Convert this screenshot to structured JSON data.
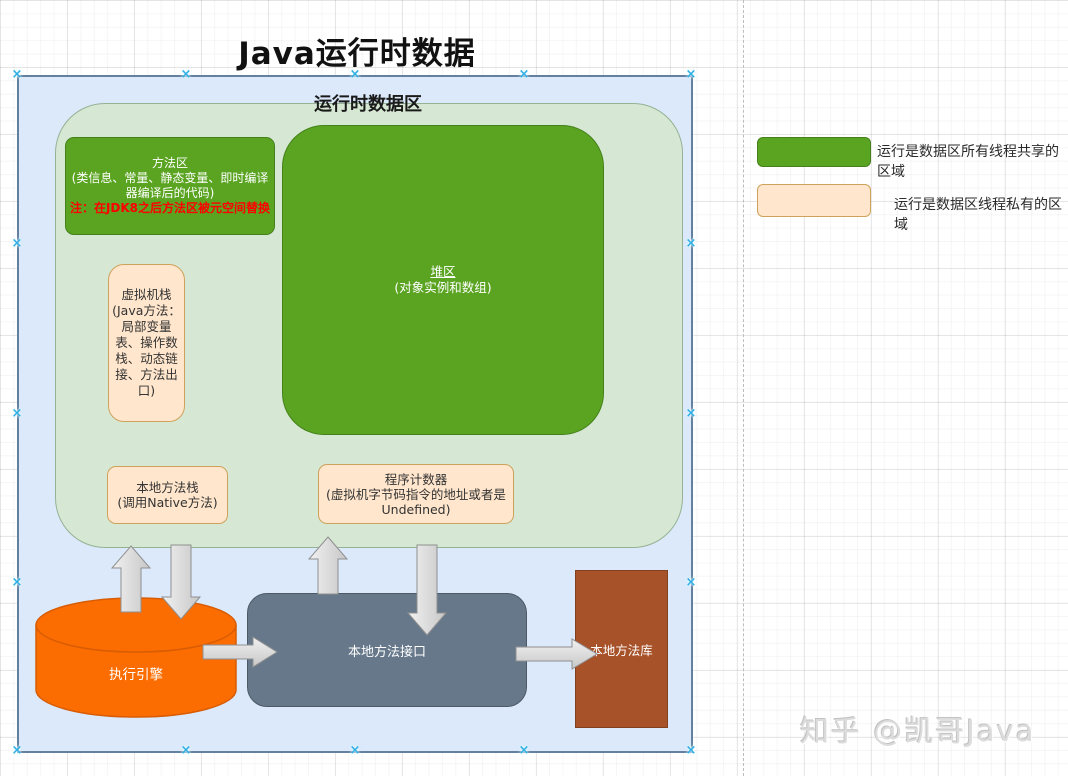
{
  "page": {
    "title": "Java运行时数据",
    "watermark": "知乎 @凯哥Java"
  },
  "container": {
    "label": "运行时数据区"
  },
  "nodes": {
    "method_area": {
      "label": "方法区",
      "detail": "(类信息、常量、静态变量、即时编译器编译后的代码)",
      "note": "注：在JDK8之后方法区被元空间替换"
    },
    "heap": {
      "label": "堆区",
      "detail": "(对象实例和数组)"
    },
    "vm_stack": {
      "label": "虚拟机栈",
      "detail": "(Java方法：局部变量表、操作数栈、动态链接、方法出口)"
    },
    "native_stack": {
      "label": "本地方法栈",
      "detail": "(调用Native方法)"
    },
    "pc_register": {
      "label": "程序计数器",
      "detail": "(虚拟机字节码指令的地址或者是 Undefined)"
    },
    "execution_engine": {
      "label": "执行引擎"
    },
    "native_interface": {
      "label": "本地方法接口"
    },
    "native_library": {
      "label": "本地方法库"
    }
  },
  "legend": {
    "items": [
      {
        "label": "运行是数据区所有线程共享的区域",
        "swatch_color": "#5aa421"
      },
      {
        "label": "运行是数据区线程私有的区域",
        "swatch_color": "#ffe6cc"
      }
    ]
  },
  "colors": {
    "shared_region_green": "#5aa421",
    "private_region_cream": "#ffe6cc",
    "selection_fill_blue": "#dbe9fb",
    "container_fill_green": "#d6e8d3",
    "execution_engine_orange": "#fb6d00",
    "native_interface_gray": "#66788a",
    "native_library_brown": "#a8522a",
    "note_red": "#ff0000",
    "handle_cyan": "#2fb0e4"
  }
}
